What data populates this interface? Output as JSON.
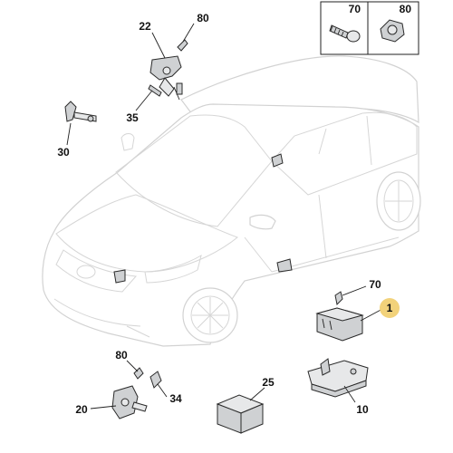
{
  "diagram": {
    "labels": {
      "l22": "22",
      "l80a": "80",
      "l35": "35",
      "l30": "30",
      "l70a": "70",
      "l70b": "70",
      "l1": "1",
      "l80b": "80",
      "l34": "34",
      "l20": "20",
      "l25": "25",
      "l10": "10"
    },
    "highlight_color": "#f2d27a"
  }
}
